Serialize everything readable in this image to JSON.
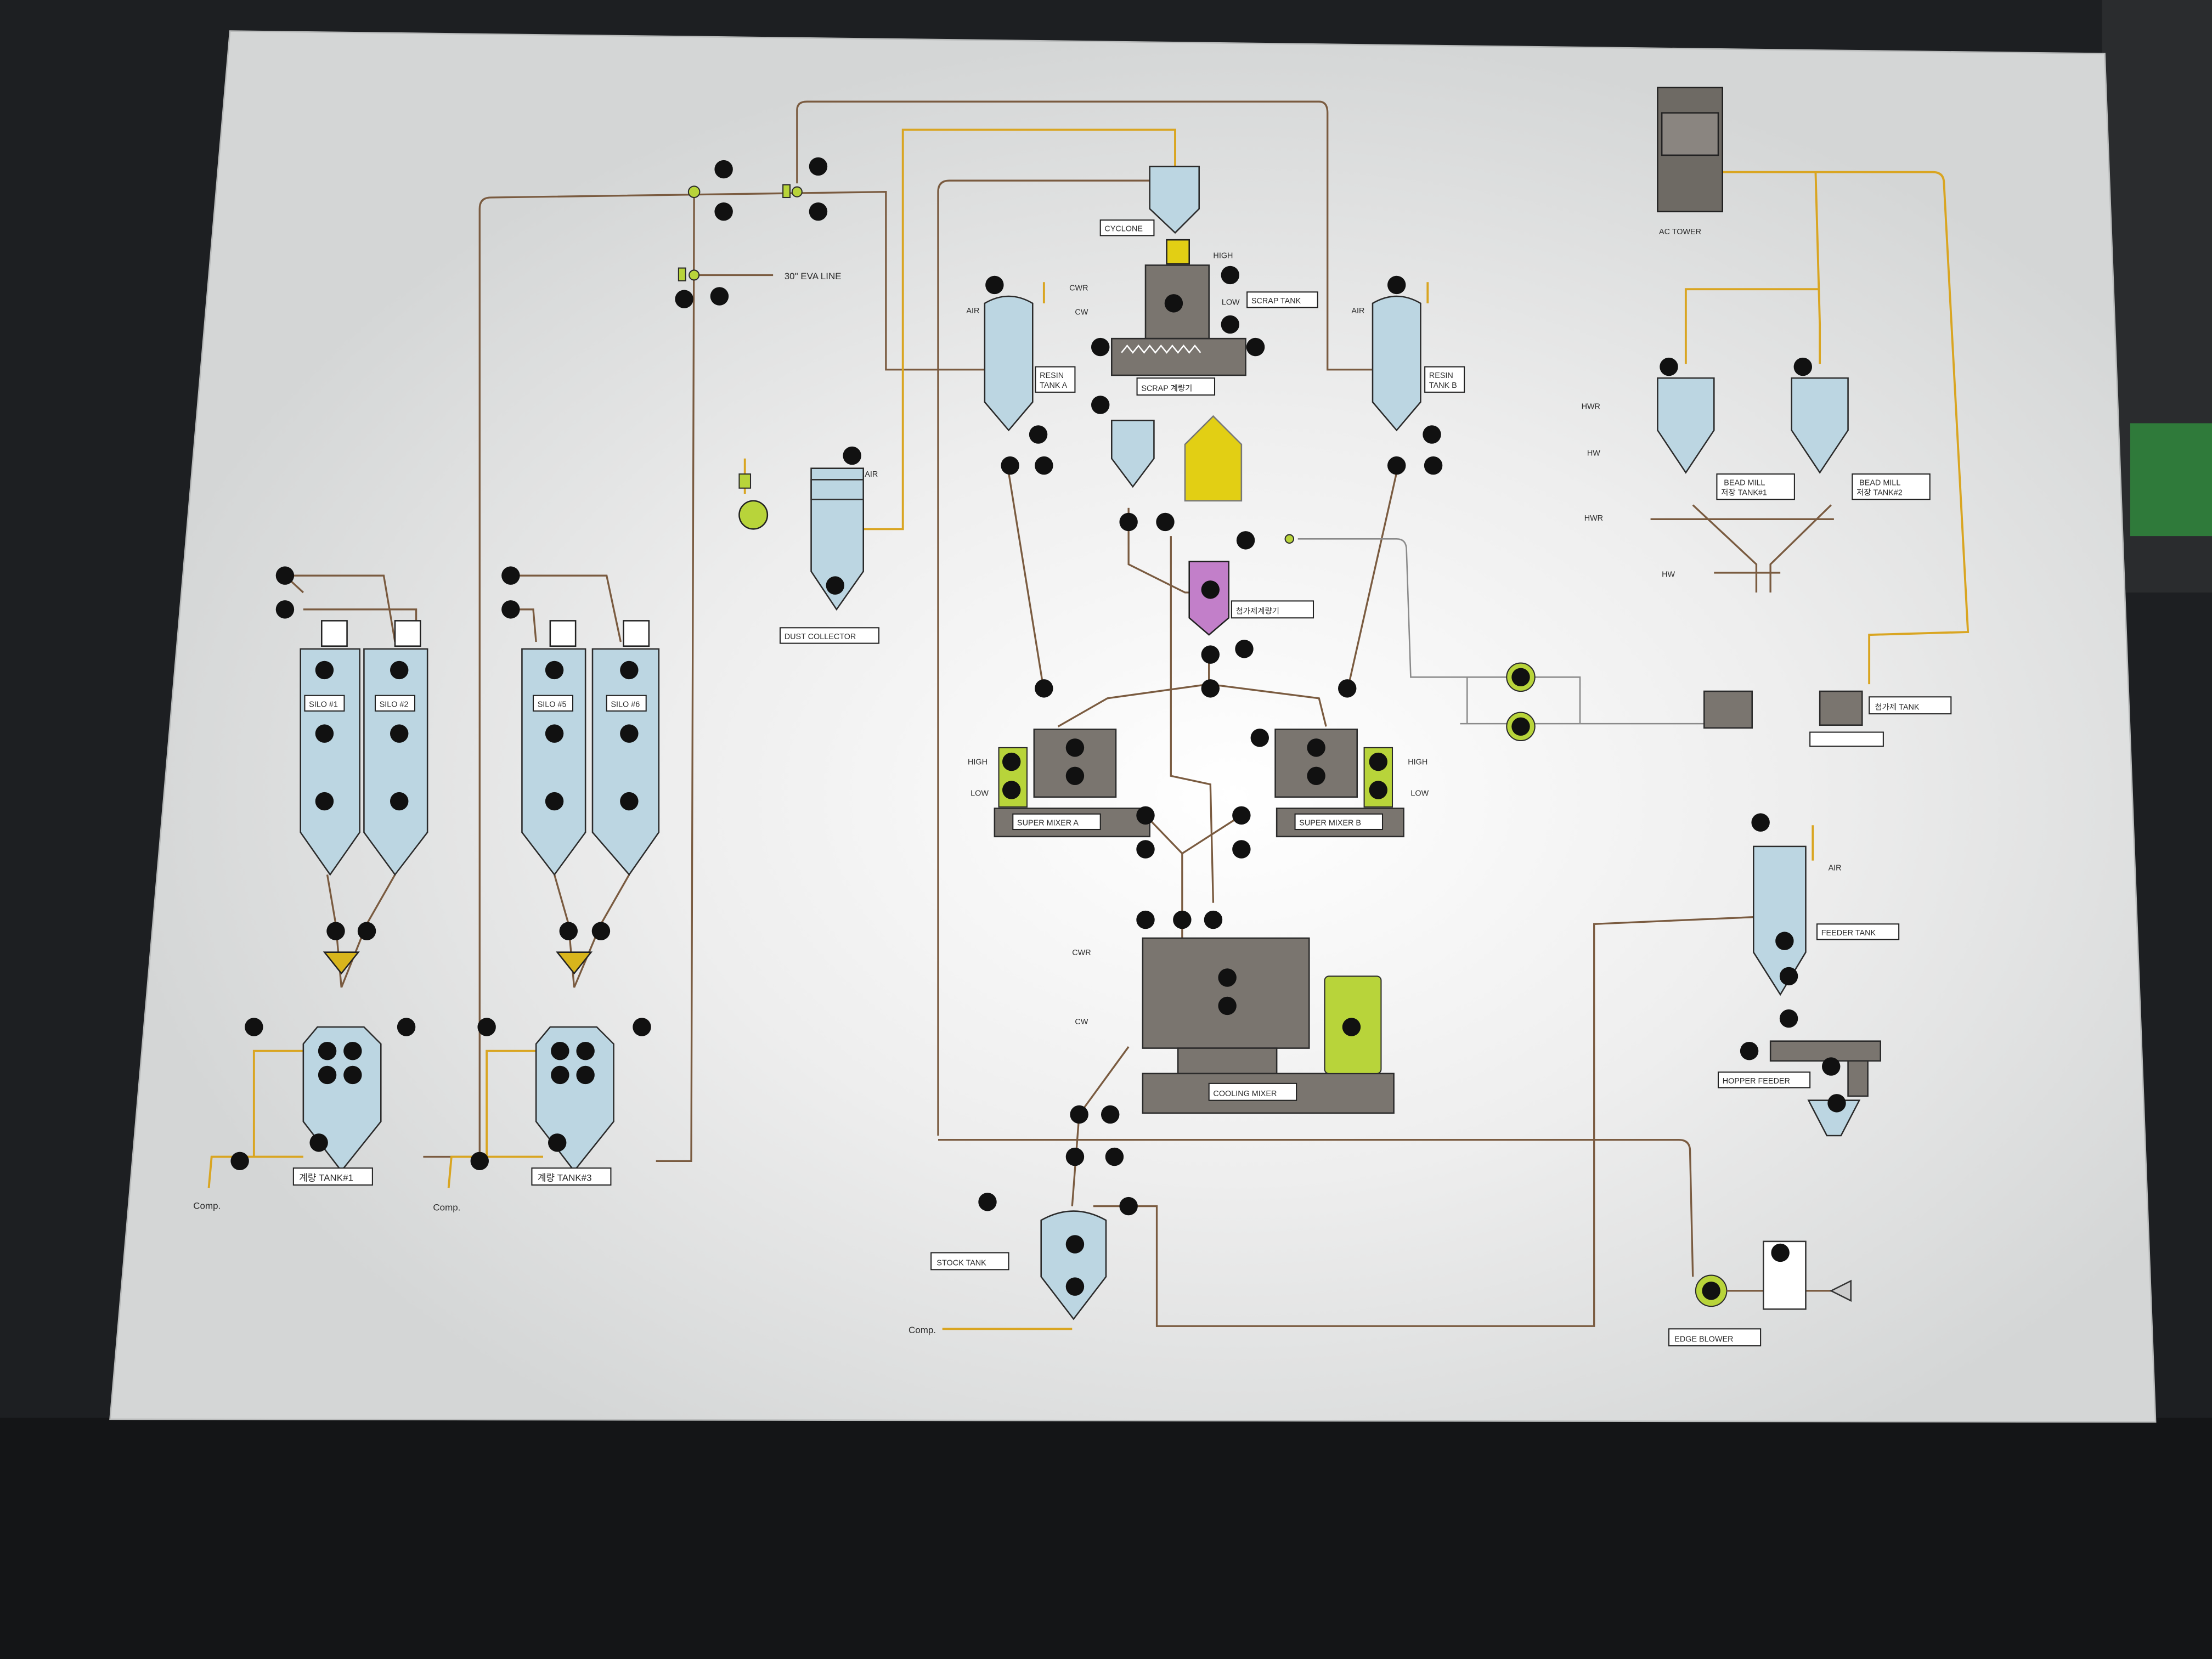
{
  "labels": {
    "eva_line": "30\" EVA LINE",
    "cyclone": "CYCLONE",
    "high": "HIGH",
    "low": "LOW",
    "scrap_tank": "SCRAP TANK",
    "cwr": "CWR",
    "cw": "CW",
    "air": "AIR",
    "scrap_scale": "SCRAP 계량기",
    "resin_tank_a": [
      "RESIN",
      "TANK A"
    ],
    "resin_tank_b": [
      "RESIN",
      "TANK B"
    ],
    "dust_collector": "DUST COLLECTOR",
    "ac_tower": "AC TOWER",
    "hwr": "HWR",
    "hw": "HW",
    "bead_mill_1": [
      "BEAD MILL",
      "저장 TANK#1"
    ],
    "bead_mill_2": [
      "BEAD MILL",
      "저장 TANK#2"
    ],
    "additive_scale": "첨가제계량기",
    "additive_tank": "첨가제 TANK",
    "silo_1": "SILO #1",
    "silo_2": "SILO #2",
    "silo_5": "SILO #5",
    "silo_6": "SILO #6",
    "weigh_tank_1": "계량 TANK#1",
    "weigh_tank_3": "계량 TANK#3",
    "comp": "Comp.",
    "super_mixer_a": "SUPER MIXER A",
    "super_mixer_b": "SUPER MIXER B",
    "cooling_mixer": "COOLING MIXER",
    "stock_tank": "STOCK TANK",
    "feeder_tank": "FEEDER TANK",
    "hopper_feeder": "HOPPER FEEDER",
    "edge_blower": "EDGE BLOWER"
  },
  "colors": {
    "panel": "#dedfde",
    "tank": "#bcd6e2",
    "machine": "#7a756f",
    "valve": "#b8d43a",
    "pipe": "#7a5b40",
    "air_line": "#d9a521",
    "additive": "#c27fc9",
    "bag": "#e2cf14"
  }
}
